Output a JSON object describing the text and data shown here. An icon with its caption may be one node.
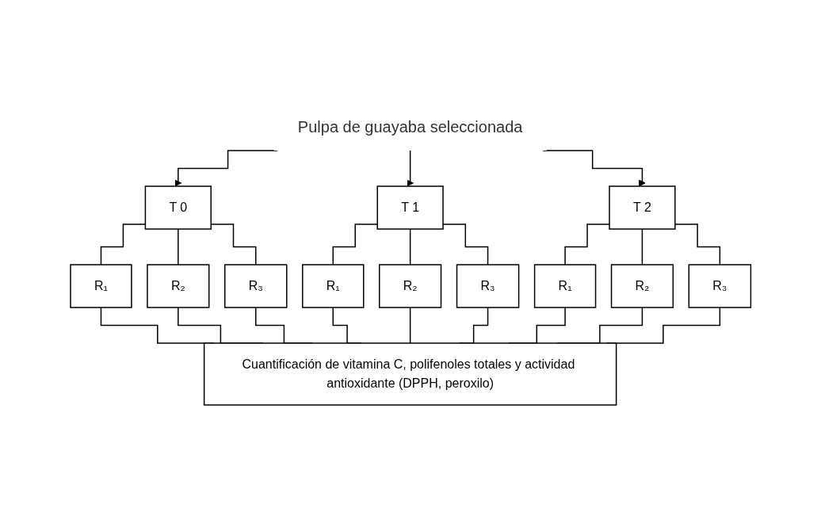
{
  "diagram": {
    "nodes": [
      {
        "text": [
          "Pulpa de guayaba seleccionada"
        ]
      },
      {
        "text": [
          "T 0"
        ]
      },
      {
        "text": [
          "T 1"
        ]
      },
      {
        "text": [
          "T 2"
        ]
      },
      {
        "text": [
          "R₁"
        ]
      },
      {
        "text": [
          "R₂"
        ]
      },
      {
        "text": [
          "R₃"
        ]
      },
      {
        "text": [
          "R₁"
        ]
      },
      {
        "text": [
          "R₂"
        ]
      },
      {
        "text": [
          "R₃"
        ]
      },
      {
        "text": [
          "R₁"
        ]
      },
      {
        "text": [
          "R₂"
        ]
      },
      {
        "text": [
          "R₃"
        ]
      },
      {
        "text": [
          "Cuantificación de vitamina C, polifenoles totales y actividad antioxidante (DPPH, peroxilo)"
        ]
      }
    ],
    "edges": [
      {
        "from": 0,
        "to": 1,
        "arrow": "to"
      },
      {
        "from": 0,
        "to": 2,
        "arrow": "to"
      },
      {
        "from": 0,
        "to": 3,
        "arrow": "to"
      },
      {
        "from": 1,
        "to": 4,
        "arrow": "none"
      },
      {
        "from": 1,
        "to": 5,
        "arrow": "none"
      },
      {
        "from": 1,
        "to": 6,
        "arrow": "none"
      },
      {
        "from": 2,
        "to": 7,
        "arrow": "none"
      },
      {
        "from": 2,
        "to": 8,
        "arrow": "none"
      },
      {
        "from": 2,
        "to": 9,
        "arrow": "none"
      },
      {
        "from": 3,
        "to": 10,
        "arrow": "none"
      },
      {
        "from": 3,
        "to": 11,
        "arrow": "none"
      },
      {
        "from": 3,
        "to": 12,
        "arrow": "none"
      },
      {
        "from": 4,
        "to": 13,
        "arrow": "none"
      },
      {
        "from": 5,
        "to": 13,
        "arrow": "none"
      },
      {
        "from": 6,
        "to": 13,
        "arrow": "none"
      },
      {
        "from": 7,
        "to": 13,
        "arrow": "none"
      },
      {
        "from": 8,
        "to": 13,
        "arrow": "none"
      },
      {
        "from": 9,
        "to": 13,
        "arrow": "none"
      },
      {
        "from": 10,
        "to": 13,
        "arrow": "none"
      },
      {
        "from": 11,
        "to": 13,
        "arrow": "none"
      },
      {
        "from": 12,
        "to": 13,
        "arrow": "none"
      }
    ]
  }
}
